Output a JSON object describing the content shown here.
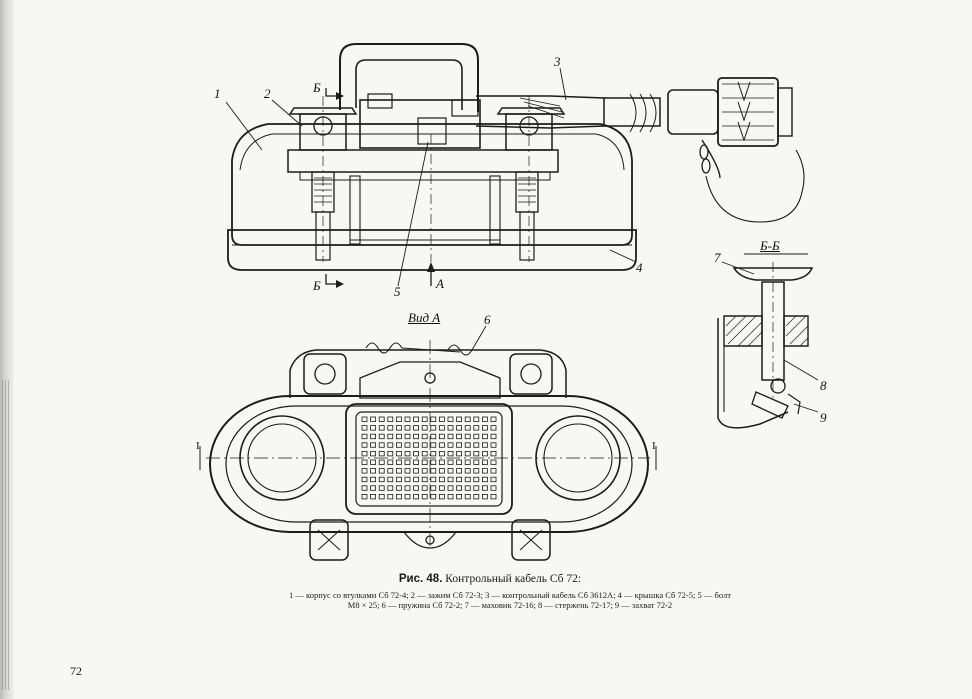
{
  "figure": {
    "caption_number": "Рис. 48.",
    "caption_title": "Контрольный кабель Сб 72:",
    "legend_line1": "1 — корпус со втулками Сб 72-4; 2 — зажим Сб 72-3; 3 — контрольный кабель Сб 3612А; 4 — крышка Сб 72-5; 5 — болт",
    "legend_line2": "М8 × 25; 6 — пружина Сб 72-2; 7 — маховик 72-16; 8 — стержень 72-17; 9 — захват 72-2"
  },
  "callouts": {
    "c1": "1",
    "c2": "2",
    "c3": "3",
    "c4": "4",
    "c5": "5",
    "c6": "6",
    "c7": "7",
    "c8": "8",
    "c9": "9"
  },
  "section_marks": {
    "b_top": "Б",
    "b_bottom": "Б",
    "a_arrow": "А",
    "view_a": "Вид А",
    "section_bb": "Б-Б",
    "i_left": "I",
    "i_right": "I"
  },
  "page_number": "72"
}
